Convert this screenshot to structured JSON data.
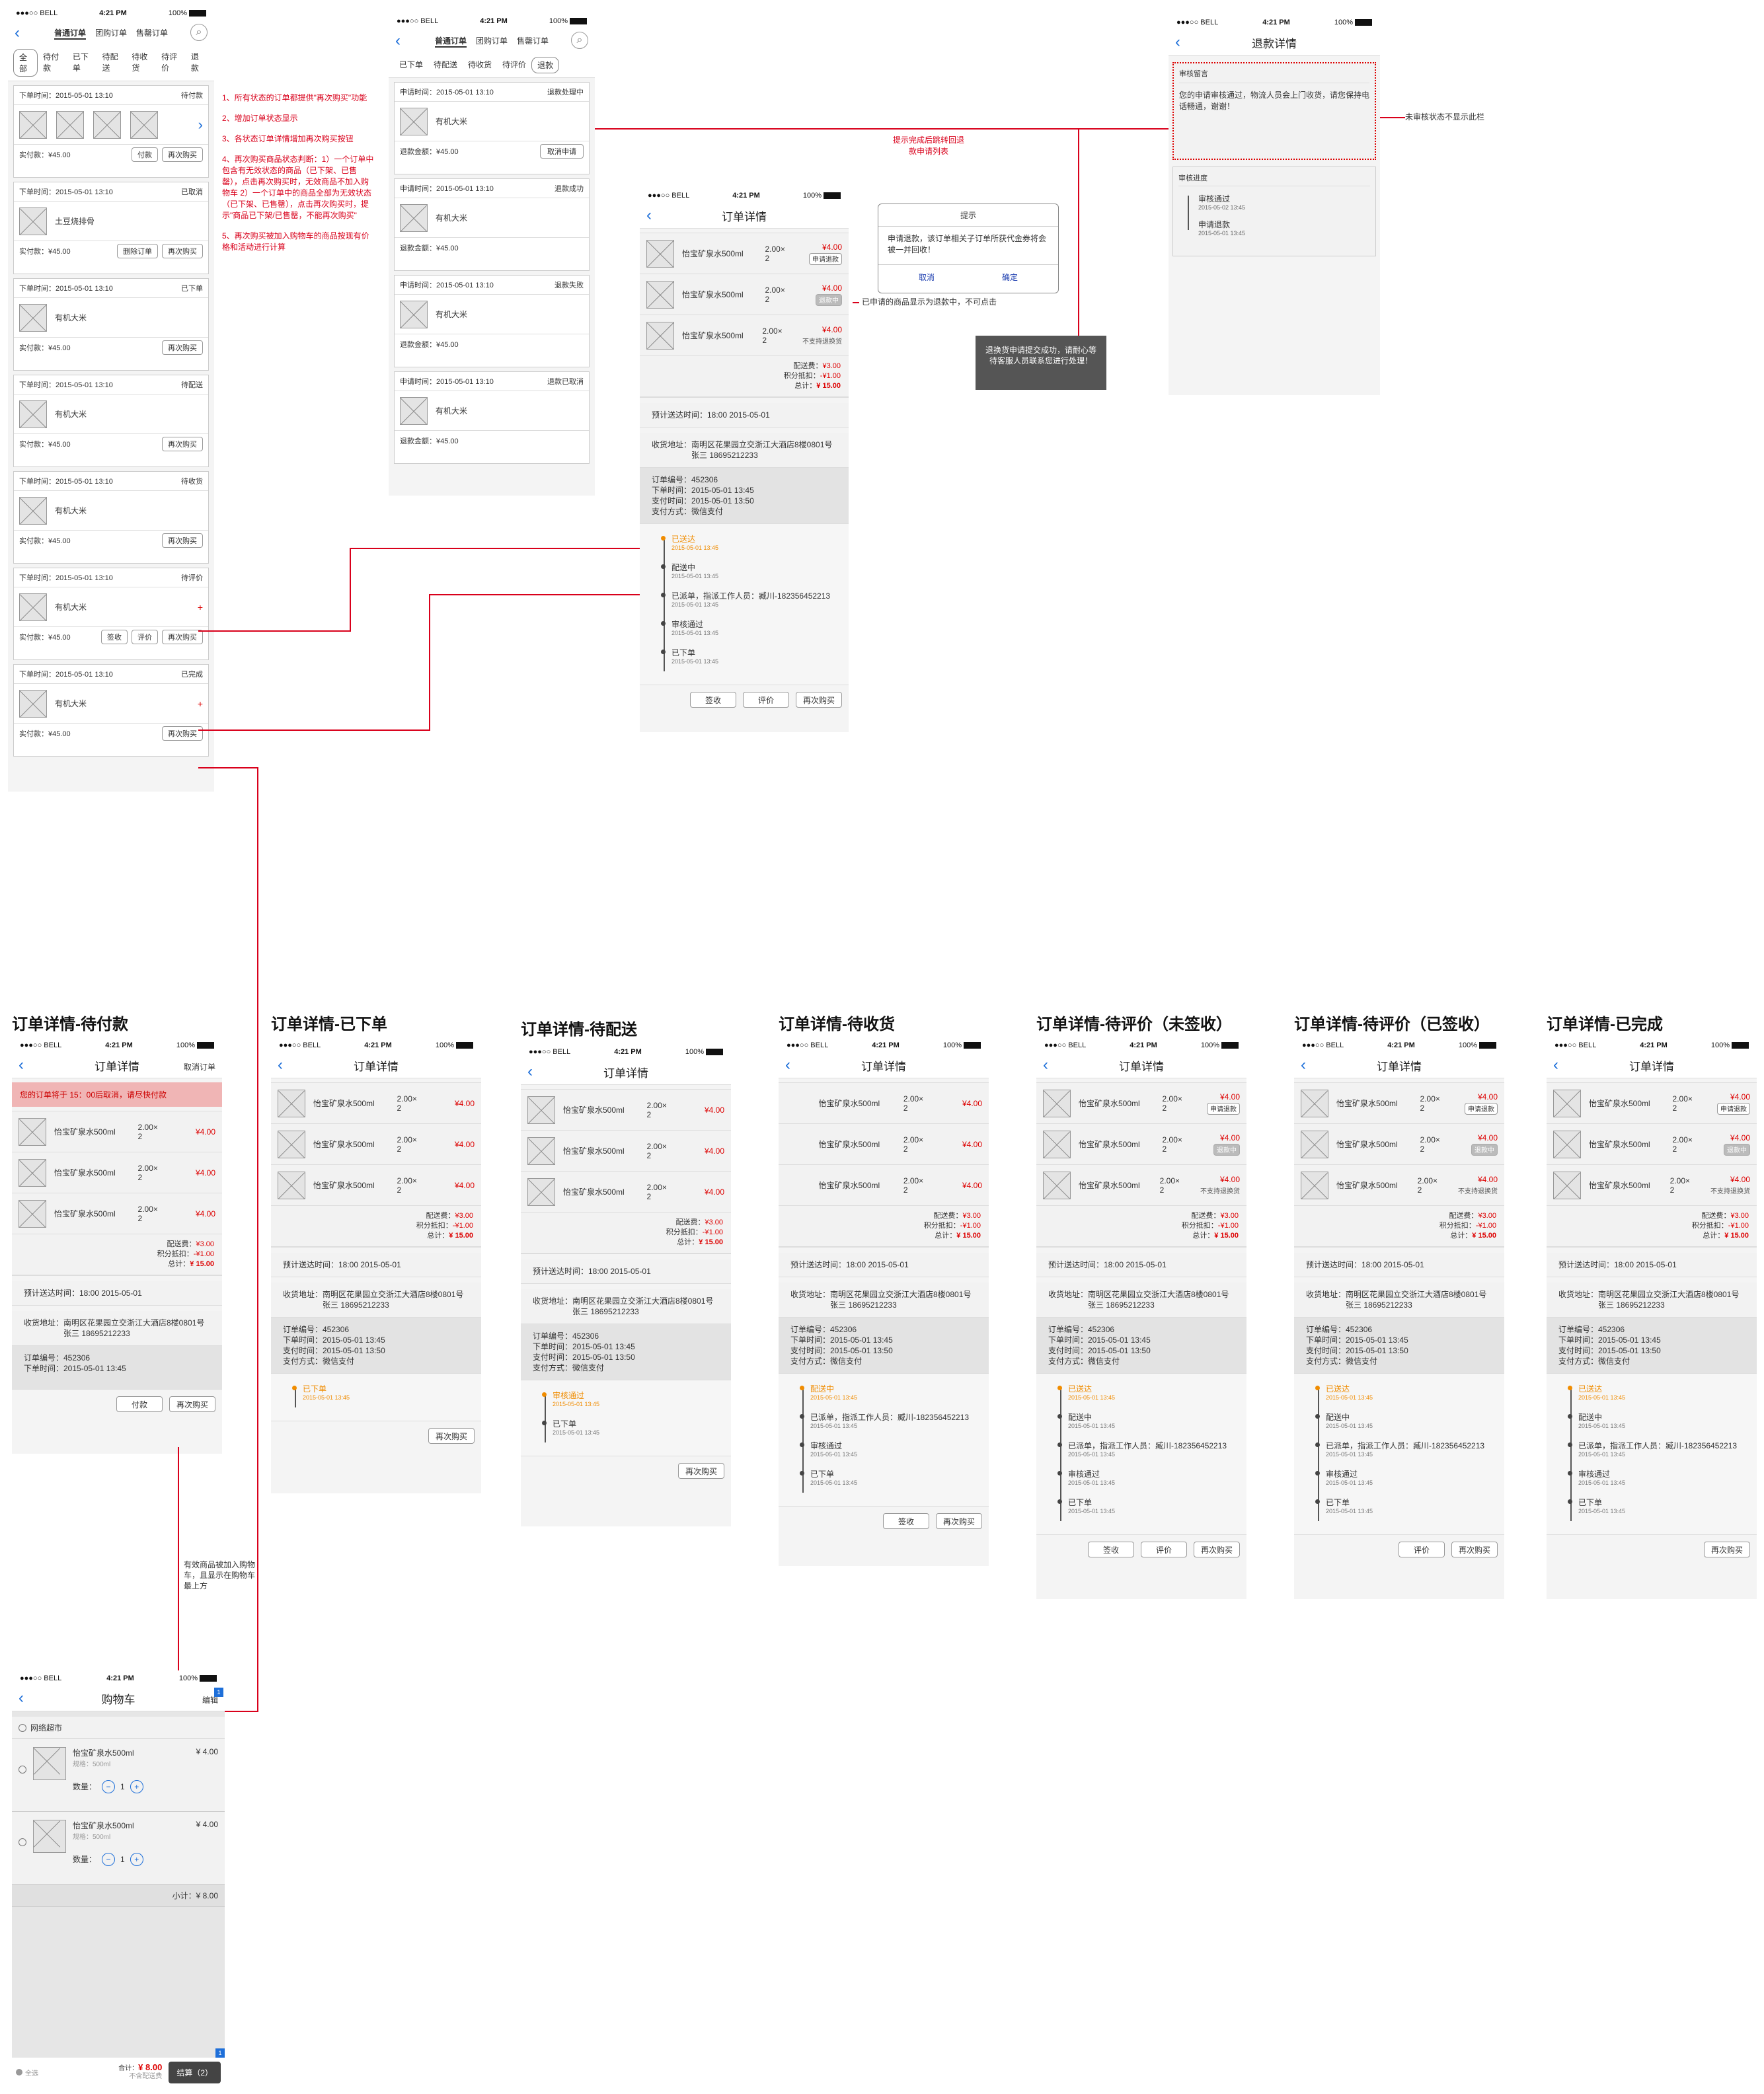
{
  "status": {
    "carrier": "●●●○○ BELL",
    "time": "4:21 PM",
    "battery": "100%"
  },
  "list_screen": {
    "top_tabs": [
      "普通订单",
      "团购订单",
      "售罄订单"
    ],
    "status_tabs": [
      "全部",
      "待付款",
      "已下单",
      "待配送",
      "待收货",
      "待评价",
      "退款"
    ],
    "orders": [
      {
        "time": "下单时间：2015-05-01 13:10",
        "status": "待付款",
        "name": "",
        "amount": "实付款：¥45.00",
        "buttons": [
          "付款",
          "再次购买"
        ]
      },
      {
        "time": "下单时间：2015-05-01 13:10",
        "status": "已取消",
        "name": "土豆烧排骨",
        "amount": "实付款：¥45.00",
        "buttons": [
          "删除订单",
          "再次购买"
        ]
      },
      {
        "time": "下单时间：2015-05-01 13:10",
        "status": "已下单",
        "name": "有机大米",
        "amount": "实付款：¥45.00",
        "buttons": [
          "再次购买"
        ]
      },
      {
        "time": "下单时间：2015-05-01 13:10",
        "status": "待配送",
        "name": "有机大米",
        "amount": "实付款：¥45.00",
        "buttons": [
          "再次购买"
        ]
      },
      {
        "time": "下单时间：2015-05-01 13:10",
        "status": "待收货",
        "name": "有机大米",
        "amount": "实付款：¥45.00",
        "buttons": [
          "再次购买"
        ]
      },
      {
        "time": "下单时间：2015-05-01 13:10",
        "status": "待评价",
        "name": "有机大米",
        "amount": "实付款：¥45.00",
        "buttons": [
          "签收",
          "评价",
          "再次购买"
        ]
      },
      {
        "time": "下单时间：2015-05-01 13:10",
        "status": "已完成",
        "name": "有机大米",
        "amount": "实付款：¥45.00",
        "buttons": [
          "再次购买"
        ]
      }
    ]
  },
  "notes": [
    "1、所有状态的订单都提供\"再次购买\"功能",
    "2、增加订单状态显示",
    "3、各状态订单详情增加再次购买按钮",
    "4、再次购买商品状态判断：1）一个订单中包含有无效状态的商品（已下架、已售罄），点击再次购买时，无效商品不加入购物车 2）一个订单中的商品全部为无效状态（已下架、已售罄），点击再次购买时，提示\"商品已下架/已售罄，不能再次购买\"",
    "5、再次购买被加入购物车的商品按现有价格和活动进行计算"
  ],
  "refund_screen": {
    "tabs": [
      "已下单",
      "待配送",
      "待收货",
      "待评价",
      "退款"
    ],
    "items": [
      {
        "time": "申请时间：2015-05-01 13:10",
        "status": "退款处理中",
        "name": "有机大米",
        "amount": "退款金额：¥45.00",
        "button": "取消申请"
      },
      {
        "time": "申请时间：2015-05-01 13:10",
        "status": "退款成功",
        "name": "有机大米",
        "amount": "退款金额：¥45.00",
        "button": ""
      },
      {
        "time": "申请时间：2015-05-01 13:10",
        "status": "退款失败",
        "name": "有机大米",
        "amount": "退款金额：¥45.00",
        "button": ""
      },
      {
        "time": "申请时间：2015-05-01 13:10",
        "status": "退款已取消",
        "name": "有机大米",
        "amount": "退款金额：¥45.00",
        "button": ""
      }
    ]
  },
  "refund_detail": {
    "title": "退款详情",
    "msg_title": "审核留言",
    "msg": "您的申请审核通过，物流人员会上门收货，请您保持电话畅通，谢谢！",
    "progress_title": "审核进度",
    "steps": [
      {
        "label": "审核通过",
        "time": "2015-05-02 13:45"
      },
      {
        "label": "申请退款",
        "time": "2015-05-01 13:45"
      }
    ],
    "side_note": "未审核状态不显示此栏"
  },
  "product": {
    "name": "怡宝矿泉水500ml",
    "qty1": "2.00×",
    "qty2": "2",
    "price": "¥4.00"
  },
  "labels": {
    "detail_title": "订单详情",
    "apply_refund": "申请退款",
    "applying": "退款中",
    "no_refund": "不支持退换货",
    "fee": "配送费：",
    "fee_val": "¥3.00",
    "points": "积分抵扣：",
    "points_val": "-¥1.00",
    "total": "总计：",
    "total_val": "¥ 15.00",
    "eta": "预计送达时间：18:00   2015-05-01",
    "address1": "收货地址：南明区花果园立交浙江大酒店8楼0801号",
    "address2": "张三                    18695212233",
    "order_no": "订单编号：452306",
    "order_time": "下单时间：2015-05-01   13:45",
    "pay_time": "支付时间：2015-05-01   13:50",
    "pay_way": "支付方式：微信支付",
    "st_delivered": "已送达",
    "st_delivering": "配送中",
    "st_dispatch": "已派单，指派工作人员：臧川-182356452213",
    "st_approved": "审核通过",
    "st_ordered": "已下单",
    "st_time": "2015-05-01  13:45",
    "btn_sign": "签收",
    "btn_review": "评价",
    "btn_rebuy": "再次购买",
    "btn_pay": "付款",
    "btn_cancel": "取消订单",
    "unpaid_banner": "您的订单将于 15：00后取消，请尽快付款"
  },
  "dialog": {
    "title": "提示",
    "body": "申请退款，该订单相关子订单所获代金券将会被一并回收！",
    "cancel": "取消",
    "ok": "确定"
  },
  "toast": "退换货申请提交成功，请耐心等待客服人员联系您进行处理！",
  "annotations": {
    "refund_jump": "提示完成后跳转回退款申请列表",
    "applying_note": "已申请的商品显示为退款中，不可点击",
    "cart_note": "有效商品被加入购物车，且显示在购物车最上方"
  },
  "titles": [
    "订单详情-待付款",
    "订单详情-已下单",
    "订单详情-待配送",
    "订单详情-待收货",
    "订单详情-待评价（未签收）",
    "订单详情-待评价（已签收）",
    "订单详情-已完成"
  ],
  "cart": {
    "title": "购物车",
    "edit": "编辑",
    "store": "网络超市",
    "items": [
      {
        "name": "怡宝矿泉水500ml",
        "spec": "规格：500ml",
        "price": "¥ 4.00",
        "qty_label": "数量：",
        "qty": "1"
      },
      {
        "name": "怡宝矿泉水500ml",
        "spec": "规格：500ml",
        "price": "¥ 4.00",
        "qty_label": "数量：",
        "qty": "1"
      }
    ],
    "subtotal": "小计：¥ 8.00",
    "select_all": "全选",
    "net_label": "合计：",
    "net": "¥ 8.00",
    "no_ship": "不含配送费",
    "checkout": "结算（2）",
    "badge": "1"
  }
}
